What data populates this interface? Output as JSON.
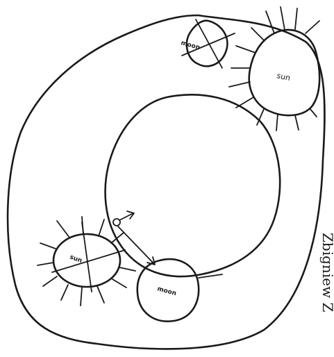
{
  "diagram": {
    "labels": {
      "moon_top": "moon",
      "sun_top": "sun",
      "sun_bottom": "sun",
      "moon_bottom": "moon"
    },
    "caption": "Zbigniew Z"
  },
  "colors": {
    "ink": "#1a1a1a",
    "paper": "#ffffff"
  }
}
